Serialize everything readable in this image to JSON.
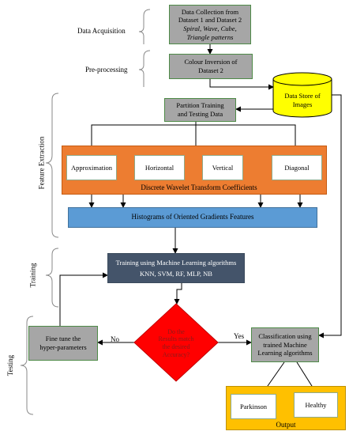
{
  "stages": {
    "data_acquisition": "Data Acquisition",
    "pre_processing": "Pre-processing",
    "feature_extraction": "Feature Extraction",
    "training": "Training",
    "testing": "Testing"
  },
  "boxes": {
    "data_collection": {
      "line1": "Data Collection from",
      "line2": "Dataset 1 and Dataset 2",
      "line3": "Spiral, Wave, Cube,",
      "line4": "Triangle patterns"
    },
    "colour_inversion": {
      "line1": "Colour Inversion of",
      "line2": "Dataset 2"
    },
    "data_store": {
      "line1": "Data Store of",
      "line2": "Images"
    },
    "partition": {
      "line1": "Partition Training",
      "line2": "and Testing Data"
    },
    "dwt_label": "Discrete Wavelet Transform Coefficients",
    "coefficients": [
      "Approximation",
      "Horizontal",
      "Vertical",
      "Diagonal"
    ],
    "hog": "Histograms of Oriented Gradients Features",
    "training": {
      "line1": "Training using Machine Learning algorithms",
      "line2": "KNN, SVM, RF, MLP, NB"
    },
    "decision": {
      "line1": "Do the",
      "line2": "Results match",
      "line3": "the desired",
      "line4": "Accuracy?"
    },
    "fine_tune": {
      "line1": "Fine tune the",
      "line2": "hyper-parameters"
    },
    "classification": {
      "line1": "Classification using",
      "line2": "trained Machine",
      "line3": "Learning algorithms"
    },
    "output": {
      "label": "Output",
      "classes": [
        "Parkinson",
        "Healthy"
      ]
    }
  },
  "edges": {
    "no": "No",
    "yes": "Yes"
  },
  "colors": {
    "gray_box": "#a6a6a6",
    "dwt_orange": "#ed7d31",
    "hog_blue": "#5b9bd5",
    "training_navy": "#44546a",
    "decision_red": "#ff0000",
    "datastore_yellow": "#ffff00",
    "output_gold": "#ffc000"
  }
}
